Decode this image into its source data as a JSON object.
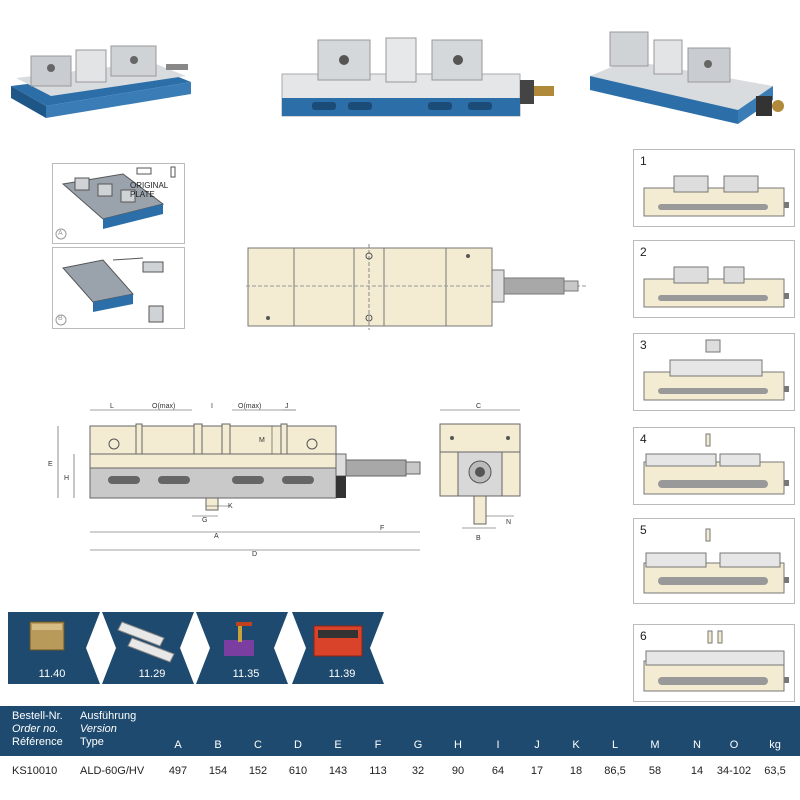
{
  "labels": {
    "original_plate": "ORIGINAL PLATE",
    "badge_a": "A",
    "badge_b": "B"
  },
  "configurations": [
    "1",
    "2",
    "3",
    "4",
    "5",
    "6"
  ],
  "dimensions": {
    "L": "L",
    "O1": "O(max)",
    "I": "I",
    "O2": "O(max)",
    "J": "J",
    "M": "M",
    "E": "E",
    "H": "H",
    "G": "G",
    "K": "K",
    "A": "A",
    "D": "D",
    "F": "F",
    "C": "C",
    "B": "B",
    "N": "N"
  },
  "accessories": [
    {
      "label": "11.40"
    },
    {
      "label": "11.29"
    },
    {
      "label": "11.35"
    },
    {
      "label": "11.39"
    }
  ],
  "table": {
    "header_col1": [
      "Bestell-Nr.",
      "Order no.",
      "Référence"
    ],
    "header_col2": [
      "Ausführung",
      "Version",
      "Type"
    ],
    "columns": [
      "A",
      "B",
      "C",
      "D",
      "E",
      "F",
      "G",
      "H",
      "I",
      "J",
      "K",
      "L",
      "M",
      "N",
      "O",
      "kg"
    ],
    "row": {
      "order_no": "KS10010",
      "version": "ALD-60G/HV",
      "values": [
        "497",
        "154",
        "152",
        "610",
        "143",
        "113",
        "32",
        "90",
        "64",
        "17",
        "18",
        "86,5",
        "58",
        "14",
        "34-102",
        "63,5"
      ]
    }
  },
  "colors": {
    "brand_blue": "#1d4a6e",
    "vise_blue": "#2c6fa8",
    "drawing_fill": "#f3ecd2"
  }
}
